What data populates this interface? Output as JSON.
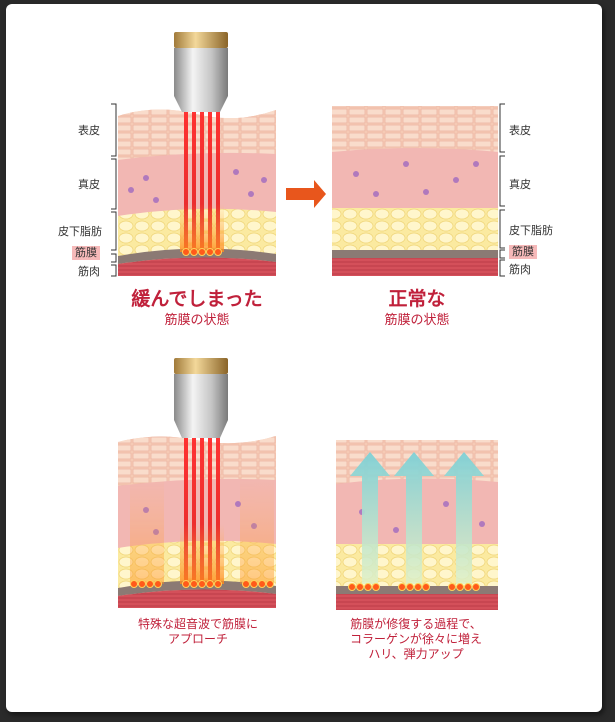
{
  "top_left": {
    "labels": {
      "epidermis": "表皮",
      "dermis": "真皮",
      "subcutaneous_fat": "皮下脂肪",
      "fascia": "筋膜",
      "muscle": "筋肉"
    },
    "title": "緩んでしまった",
    "subtitle": "筋膜の状態"
  },
  "top_right": {
    "labels": {
      "epidermis": "表皮",
      "dermis": "真皮",
      "subcutaneous_fat": "皮下脂肪",
      "fascia": "筋膜",
      "muscle": "筋肉"
    },
    "title": "正常な",
    "subtitle": "筋膜の状態"
  },
  "bottom_left": {
    "caption_lines": [
      "特殊な超音波で筋膜に",
      "アプローチ"
    ]
  },
  "bottom_right": {
    "caption_lines": [
      "筋膜が修復する過程で、",
      "コラーゲンが徐々に増え",
      "ハリ、弾力アップ"
    ]
  },
  "colors": {
    "accent_red": "#c0213b",
    "arrow_orange": "#e8561c",
    "fascia_tag": "#f6b9b9"
  }
}
